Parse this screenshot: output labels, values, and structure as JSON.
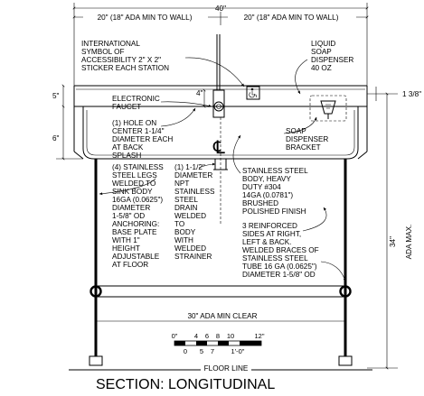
{
  "dimensions": {
    "overall_width": "40\"",
    "left_half": "20\" (18\" ADA MIN TO WALL)",
    "right_half": "20\" (18\" ADA MIN TO WALL)",
    "backsplash_height": "5\"",
    "bowl_depth": "6\"",
    "faucet_offset": "4\"",
    "edge_height": "1 3/8\"",
    "ada_height": "34\"",
    "ada_max": "ADA MAX.",
    "knee_clear": "30\" ADA MIN CLEAR"
  },
  "notes": {
    "symbol": [
      "INTERNATIONAL",
      "SYMBOL OF",
      "ACCESSIBILITY 2\" X 2\"",
      "STICKER EACH STATION"
    ],
    "soap_dispenser": [
      "LIQUID",
      "SOAP",
      "DISPENSER",
      "40 OZ"
    ],
    "faucet": [
      "ELECTRONIC",
      "FAUCET"
    ],
    "hole": [
      "(1) HOLE ON",
      "CENTER 1-1/4\"",
      "DIAMETER EACH",
      "AT BACK",
      "SPLASH"
    ],
    "bracket": [
      "SOAP",
      "DISPENSER",
      "BRACKET"
    ],
    "legs": [
      "(4) STAINLESS",
      "STEEL LEGS",
      "WELDED TO",
      "SINK BODY",
      "16GA (0.0625\")",
      "DIAMETER",
      "1-5/8\" OD",
      "ANCHORING:",
      "BASE PLATE",
      "WITH 1\"",
      "HEIGHT",
      "ADJUSTABLE",
      "AT FLOOR"
    ],
    "drain": [
      "(1) 1-1/2\"",
      "DIAMETER",
      "NPT",
      "STAINLESS",
      "STEEL",
      "DRAIN",
      "WELDED",
      "TO",
      "BODY",
      "WITH",
      "WELDED",
      "STRAINER"
    ],
    "body": [
      "STAINLESS STEEL",
      "BODY, HEAVY",
      "DUTY #304",
      "14GA (0.0781\")",
      "BRUSHED",
      "POLISHED FINISH"
    ],
    "sides": [
      "3 REINFORCED",
      "SIDES AT RIGHT,",
      "LEFT & BACK.",
      "WELDED BRACES OF",
      "STAINLESS STEEL",
      "TUBE 16 GA (0.0625\")",
      "DIAMETER 1-5/8\" OD"
    ]
  },
  "scale": {
    "top_ticks": [
      "0\"",
      "4",
      "6",
      "8",
      "10",
      "12\""
    ],
    "bottom_ticks": [
      "0",
      "5",
      "7",
      "1'-0\""
    ]
  },
  "centerline": "℄",
  "floor_line": "FLOOR LINE",
  "title": "SECTION: LONGITUDINAL"
}
